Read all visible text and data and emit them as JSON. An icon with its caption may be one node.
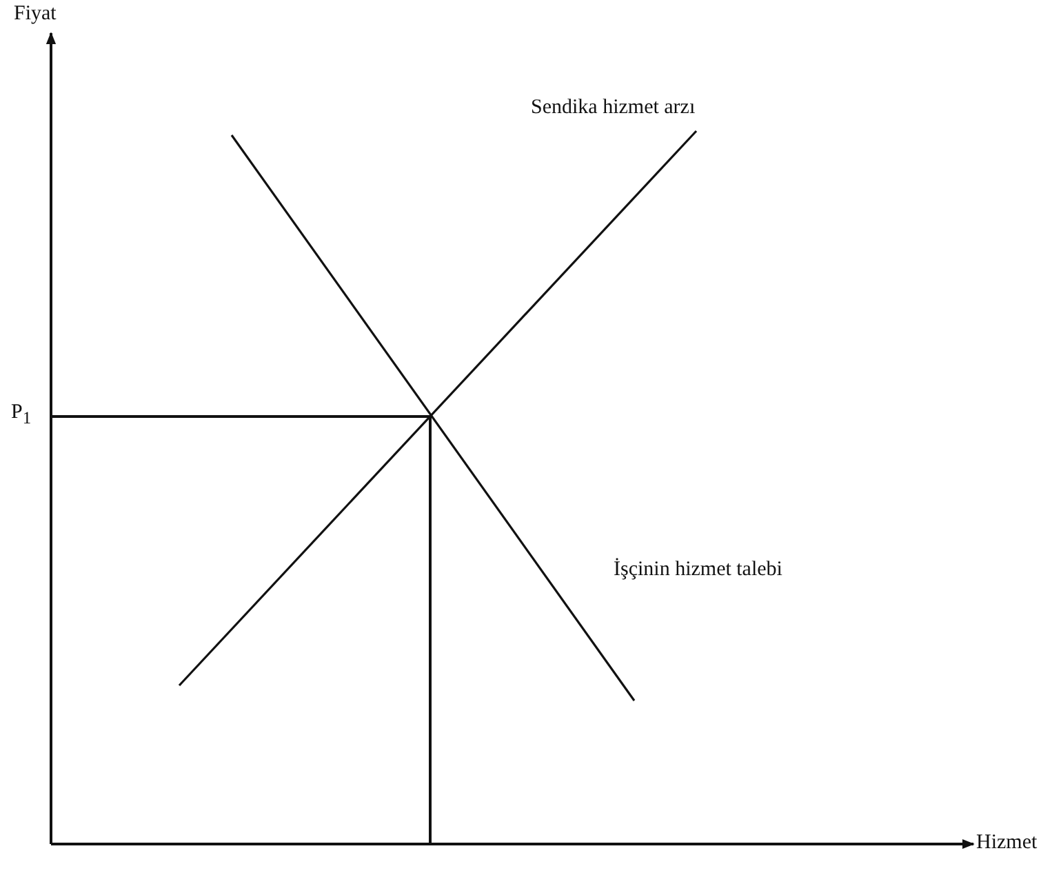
{
  "diagram": {
    "labels": [
      "Fiyat",
      "P$_{1}$",
      "Sendika hizmet arzı",
      "İşçinin hizmet talebi",
      "Hizmet"
    ]
  }
}
